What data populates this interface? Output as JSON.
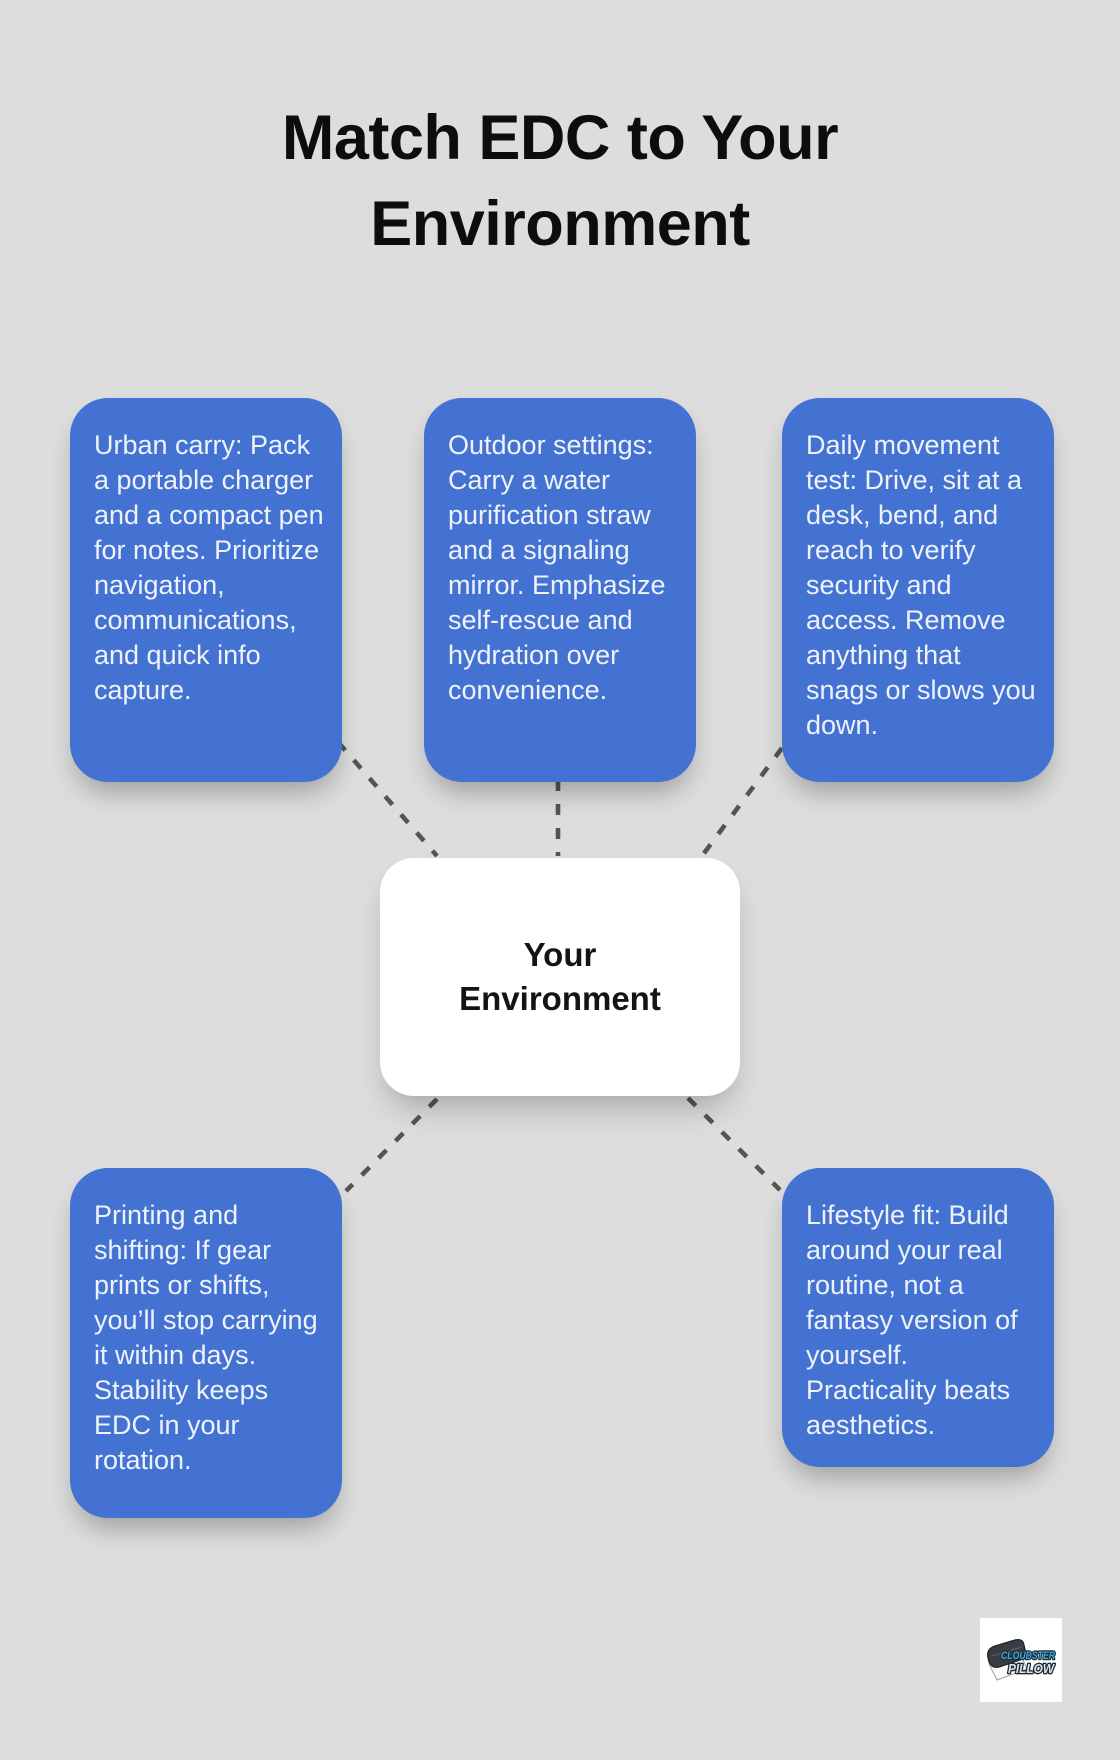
{
  "title": "Match EDC to Your Environment",
  "center": {
    "label": "Your Environment"
  },
  "nodes": [
    {
      "id": "urban-carry",
      "text": "Urban carry: Pack a portable charger and a compact pen for notes. Prioritize navigation, communications, and quick info capture."
    },
    {
      "id": "outdoor-settings",
      "text": "Outdoor settings: Carry a water purification straw and a signaling mirror. Emphasize self-rescue and hydration over convenience."
    },
    {
      "id": "daily-movement-test",
      "text": "Daily movement test: Drive, sit at a desk, bend, and reach to verify security and access. Remove anything that snags or slows you down."
    },
    {
      "id": "printing-and-shifting",
      "text": "Printing and shifting: If gear prints or shifts, you’ll stop carrying it within days. Stability keeps EDC in your rotation."
    },
    {
      "id": "lifestyle-fit",
      "text": "Lifestyle fit: Build around your real routine, not a fantasy version of yourself. Practicality beats aesthetics."
    }
  ],
  "logo": {
    "line1": "CLOUDSTER",
    "line2": "PILLOW"
  },
  "colors": {
    "background": "#dcdddc",
    "card": "#4472d3",
    "card_text": "#eef2f9",
    "center_bg": "#ffffff",
    "center_text": "#141414",
    "connector": "#545454",
    "title": "#0d0d0d",
    "logo_blue": "#3aa8dc",
    "logo_outline": "#1d2b36",
    "logo_silver": "#dfe3e6"
  }
}
